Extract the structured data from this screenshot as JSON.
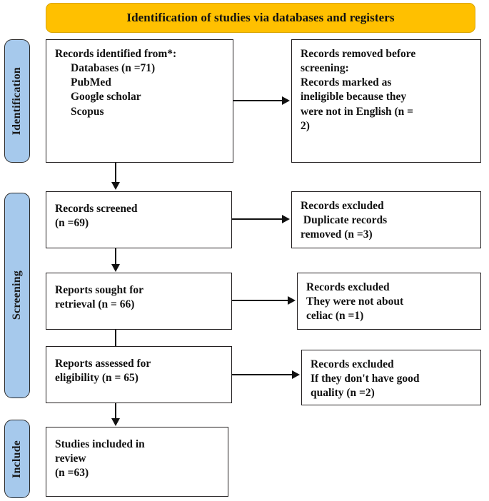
{
  "banner": {
    "title": "Identification of studies via databases and registers",
    "color": "#FFC000"
  },
  "stages": {
    "accent_color": "#A6C9EC",
    "identification": "Identification",
    "screening": "Screening",
    "include": "Include"
  },
  "boxes": {
    "identified": {
      "name": "records-identified",
      "lines": [
        "Records identified from*:",
        "Databases (n =71)",
        "PubMed",
        "Google scholar",
        "Scopus"
      ]
    },
    "removed": {
      "name": "records-removed-before-screening",
      "lines": [
        "Records removed before",
        "screening:",
        "Records marked as",
        "ineligible because they",
        "were not in English (n =",
        "2)"
      ]
    },
    "screened": {
      "name": "records-screened",
      "lines": [
        "Records screened",
        "(n =69)"
      ]
    },
    "excluded_duplicates": {
      "name": "records-excluded-duplicates",
      "lines": [
        "Records excluded",
        " Duplicate records",
        "removed (n =3)"
      ]
    },
    "sought": {
      "name": "reports-sought-for-retrieval",
      "lines": [
        "Reports sought for",
        "retrieval (n = 66)"
      ]
    },
    "excluded_celiac": {
      "name": "records-excluded-not-about-celiac",
      "lines": [
        "Records excluded",
        "They were not about",
        "celiac (n =1)"
      ]
    },
    "assessed": {
      "name": "reports-assessed-for-eligibility",
      "lines": [
        "Reports assessed for",
        "eligibility (n = 65)"
      ]
    },
    "excluded_quality": {
      "name": "records-excluded-poor-quality",
      "lines": [
        "Records excluded",
        "If they don't have good",
        "quality (n =2)"
      ]
    },
    "included": {
      "name": "studies-included-in-review",
      "lines": [
        "Studies included in",
        "review",
        "(n =63)"
      ]
    }
  },
  "chart_data": {
    "type": "diagram",
    "diagram_kind": "PRISMA-2020-flow-diagram",
    "title": "Identification of studies via databases and registers",
    "stages": [
      "Identification",
      "Screening",
      "Include"
    ],
    "nodes": [
      {
        "id": "identified",
        "stage": "Identification",
        "column": "left",
        "label": "Records identified from*: Databases (n =71) PubMed Google scholar Scopus",
        "n": 71
      },
      {
        "id": "removed",
        "stage": "Identification",
        "column": "right",
        "label": "Records removed before screening: Records marked as ineligible because they were not in English (n = 2)",
        "n": 2
      },
      {
        "id": "screened",
        "stage": "Screening",
        "column": "left",
        "label": "Records screened (n =69)",
        "n": 69
      },
      {
        "id": "excluded_duplicates",
        "stage": "Screening",
        "column": "right",
        "label": "Records excluded Duplicate records removed (n =3)",
        "n": 3
      },
      {
        "id": "sought",
        "stage": "Screening",
        "column": "left",
        "label": "Reports sought for retrieval (n = 66)",
        "n": 66
      },
      {
        "id": "excluded_celiac",
        "stage": "Screening",
        "column": "right",
        "label": "Records excluded They were not about celiac (n =1)",
        "n": 1
      },
      {
        "id": "assessed",
        "stage": "Screening",
        "column": "left",
        "label": "Reports assessed for eligibility (n = 65)",
        "n": 65
      },
      {
        "id": "excluded_quality",
        "stage": "Screening",
        "column": "right",
        "label": "Records excluded If they don't have good quality (n =2)",
        "n": 2
      },
      {
        "id": "included",
        "stage": "Include",
        "column": "left",
        "label": "Studies included in review (n =63)",
        "n": 63
      }
    ],
    "edges": [
      {
        "from": "identified",
        "to": "removed",
        "direction": "right"
      },
      {
        "from": "identified",
        "to": "screened",
        "direction": "down"
      },
      {
        "from": "screened",
        "to": "excluded_duplicates",
        "direction": "right"
      },
      {
        "from": "screened",
        "to": "sought",
        "direction": "down"
      },
      {
        "from": "sought",
        "to": "excluded_celiac",
        "direction": "right"
      },
      {
        "from": "sought",
        "to": "assessed",
        "direction": "down"
      },
      {
        "from": "assessed",
        "to": "excluded_quality",
        "direction": "right"
      },
      {
        "from": "assessed",
        "to": "included",
        "direction": "down"
      }
    ]
  }
}
